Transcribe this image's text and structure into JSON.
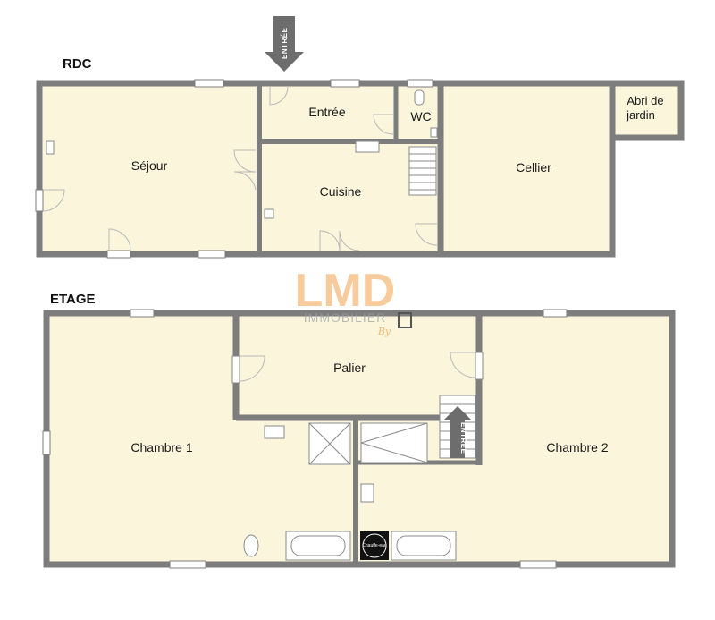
{
  "floors": {
    "ground": "RDC",
    "upper": "ETAGE"
  },
  "rooms": {
    "sejour": "Séjour",
    "entree": "Entrée",
    "wc": "WC",
    "cuisine": "Cuisine",
    "cellier": "Cellier",
    "abri_line1": "Abri de",
    "abri_line2": "jardin",
    "palier": "Palier",
    "chambre1": "Chambre 1",
    "chambre2": "Chambre 2"
  },
  "entry_arrows": {
    "main": "ENTRÉE",
    "stairs": "ENTRÉE"
  },
  "fixtures": {
    "water_heater": "Chauffe-eau"
  },
  "watermark": {
    "brand": "LMD",
    "tagline": "IMMOBILIER",
    "by": "By"
  },
  "colors": {
    "floor_fill": "#fbf5dc",
    "wall": "#7d7d7d",
    "window": "#ffffff",
    "arrow": "#6d6d6d",
    "watermark": "#f2a24a"
  }
}
